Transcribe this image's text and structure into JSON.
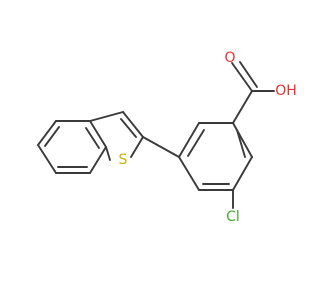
{
  "molecule": {
    "colors": {
      "bond": "#3a3a3a",
      "oxygen": "#e8322f",
      "sulfur": "#c9b300",
      "chlorine": "#3fae2a"
    },
    "labels": {
      "oxygen_carbonyl": "O",
      "hydroxyl": "OH",
      "sulfur": "S",
      "chlorine": "Cl"
    }
  }
}
